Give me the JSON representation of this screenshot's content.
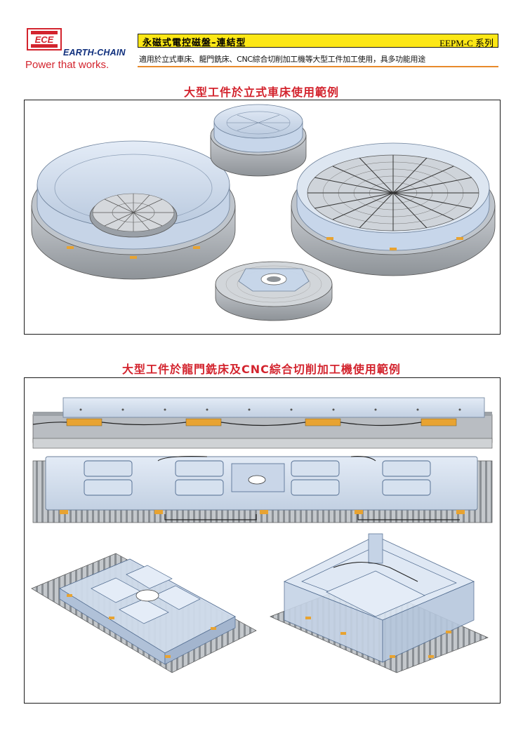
{
  "brand": {
    "name": "EARTH-CHAIN",
    "tagline": "Power that works."
  },
  "header": {
    "title": "永磁式電控磁盤–連結型",
    "series": "EEPM-C 系列",
    "subtitle": "適用於立式車床、龍門銑床、CNC綜合切削加工機等大型工件加工使用，具多功能用途"
  },
  "sections": [
    {
      "title": "大型工件於立式車床使用範例"
    },
    {
      "title": "大型工件於龍門銑床及CNC綜合切削加工機使用範例"
    }
  ],
  "colors": {
    "brand_red": "#d3242e",
    "brand_blue": "#0f2f7d",
    "title_bar": "#fce716",
    "rule": "#e88a2b"
  }
}
